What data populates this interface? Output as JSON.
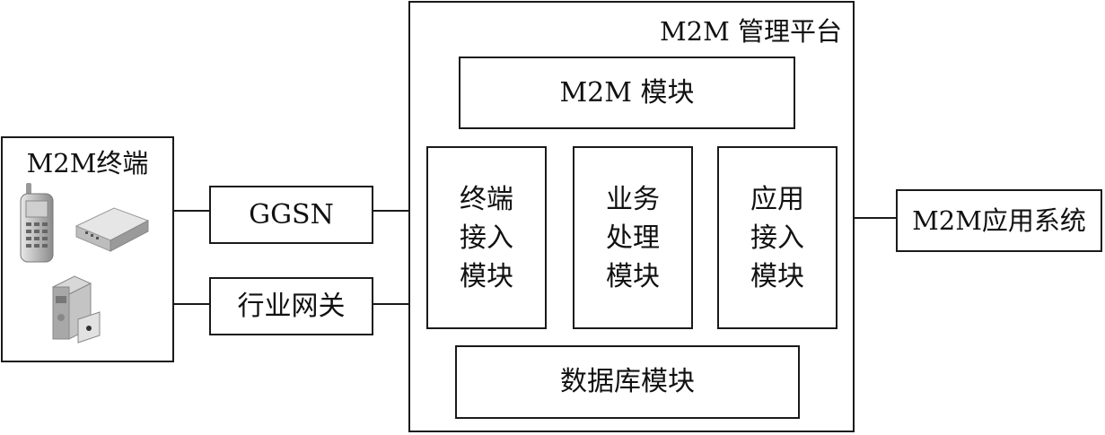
{
  "terminal_group": {
    "title": "M2M终端"
  },
  "platform": {
    "title": "M2M 管理平台",
    "m2m_module": "M2M 模块",
    "terminal_access": [
      "终端",
      "接入",
      "模块"
    ],
    "business_processing": [
      "业务",
      "处理",
      "模块"
    ],
    "application_access": [
      "应用",
      "接入",
      "模块"
    ],
    "database_module": "数据库模块"
  },
  "ggsn": "GGSN",
  "industry_gateway": "行业网关",
  "application_system": "M2M应用系统",
  "icons": [
    "mobile-phone-icon",
    "router-icon",
    "pos-terminal-icon"
  ]
}
